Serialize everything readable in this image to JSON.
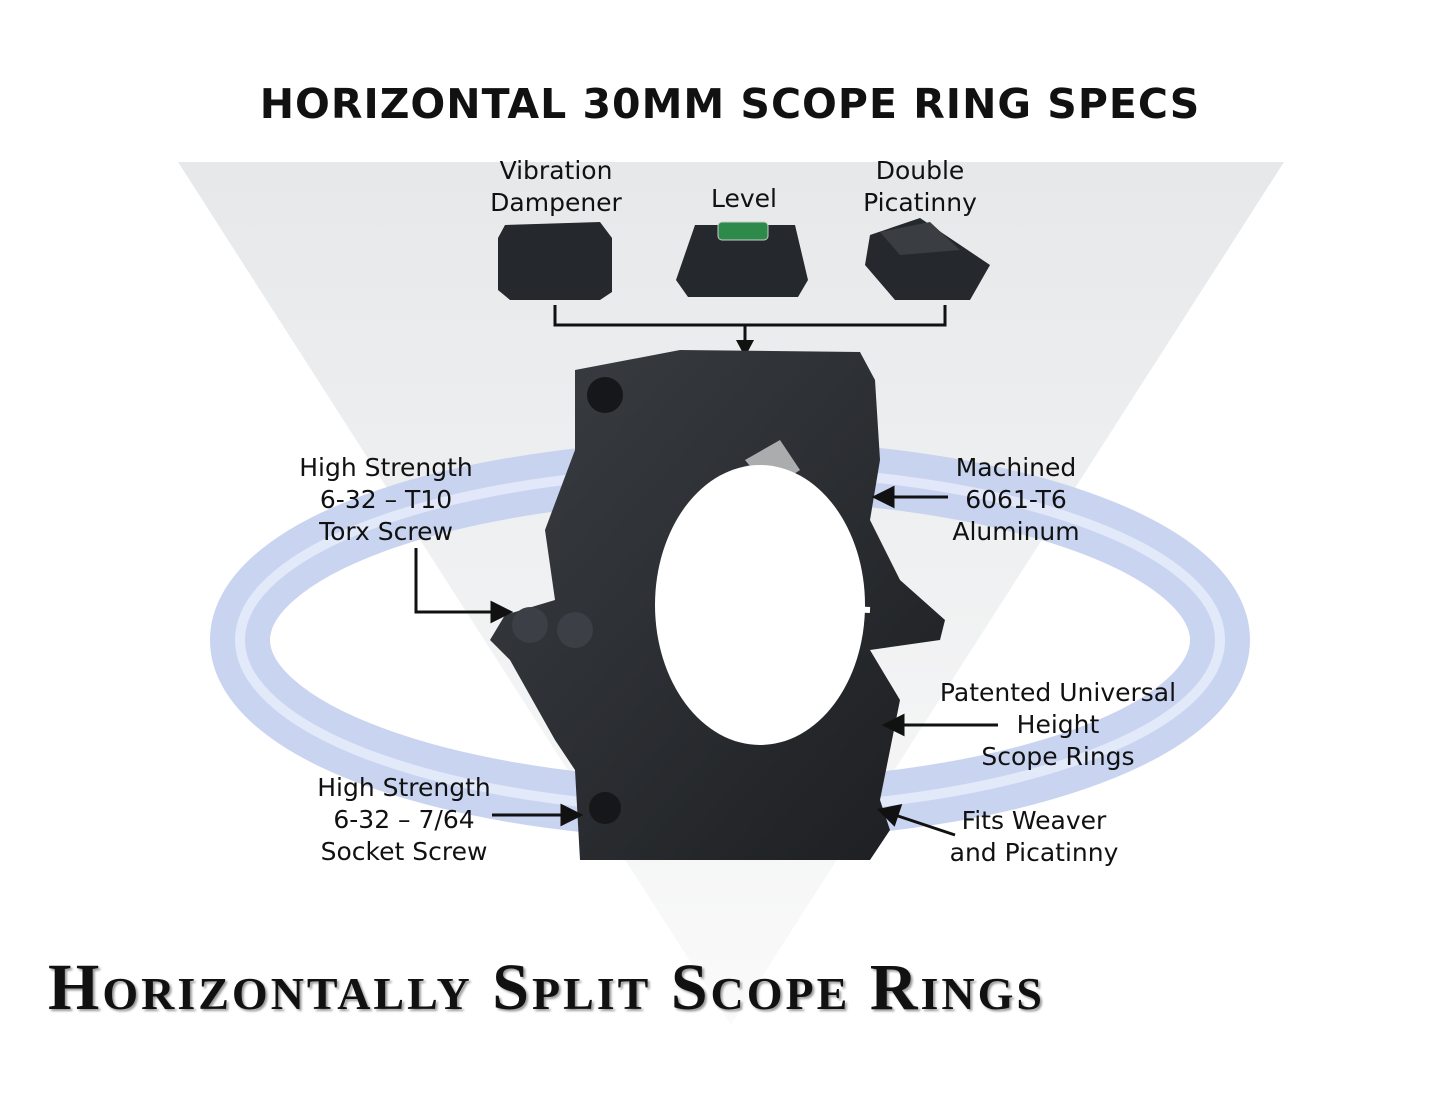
{
  "header": {
    "title": "HORIZONTAL 30MM SCOPE RING SPECS"
  },
  "accessories": [
    {
      "lines": [
        "Vibration",
        "Dampener"
      ]
    },
    {
      "lines": [
        "Level"
      ]
    },
    {
      "lines": [
        "Double",
        "Picatinny"
      ]
    }
  ],
  "callouts": {
    "torx": [
      "High Strength",
      "6-32 – T10",
      "Torx Screw"
    ],
    "aluminum": [
      "Machined",
      "6061-T6",
      "Aluminum"
    ],
    "universal": [
      "Patented Universal",
      "Height",
      "Scope Rings"
    ],
    "socket": [
      "High Strength",
      "6-32 – 7/64",
      "Socket Screw"
    ],
    "weaver": [
      "Fits Weaver",
      "and Picatinny"
    ]
  },
  "footer": {
    "title": "Horizontally Split Scope Rings"
  },
  "colors": {
    "ring": "#b9c8ee",
    "metal": "#2a2d31",
    "triangle": "#eceeef"
  }
}
